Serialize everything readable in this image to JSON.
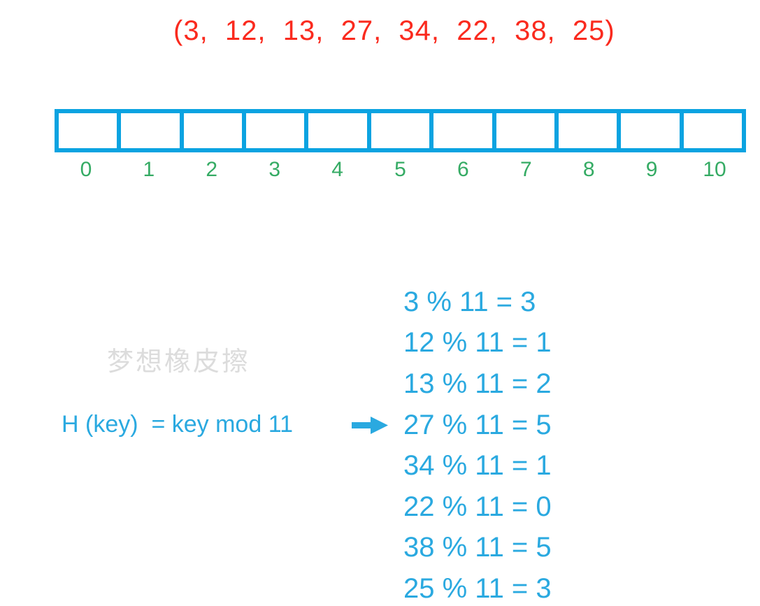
{
  "colors": {
    "red": "#fa2a1e",
    "cyan": "#0ba3e1",
    "blue": "#2aa9e0",
    "green": "#35ab64",
    "gray": "#dcdcdc"
  },
  "keys_tuple": "(3,  12,  13,  27,  34,  22,  38,  25)",
  "watermark": "梦想橡皮擦",
  "hash_function": {
    "formula": "H (key)  = key mod 11",
    "arrow_icon": "right-arrow"
  },
  "hash_table": {
    "slot_count": 11,
    "slots": [
      "",
      "",
      "",
      "",
      "",
      "",
      "",
      "",
      "",
      "",
      ""
    ],
    "indices": [
      "0",
      "1",
      "2",
      "3",
      "4",
      "5",
      "6",
      "7",
      "8",
      "9",
      "10"
    ]
  },
  "calculations": [
    "3 % 11 = 3",
    "12 % 11 = 1",
    "13 % 11 = 2",
    "27 % 11 = 5",
    "34 % 11 = 1",
    "22 % 11 = 0",
    "38 % 11 = 5",
    "25 % 11 = 3"
  ]
}
